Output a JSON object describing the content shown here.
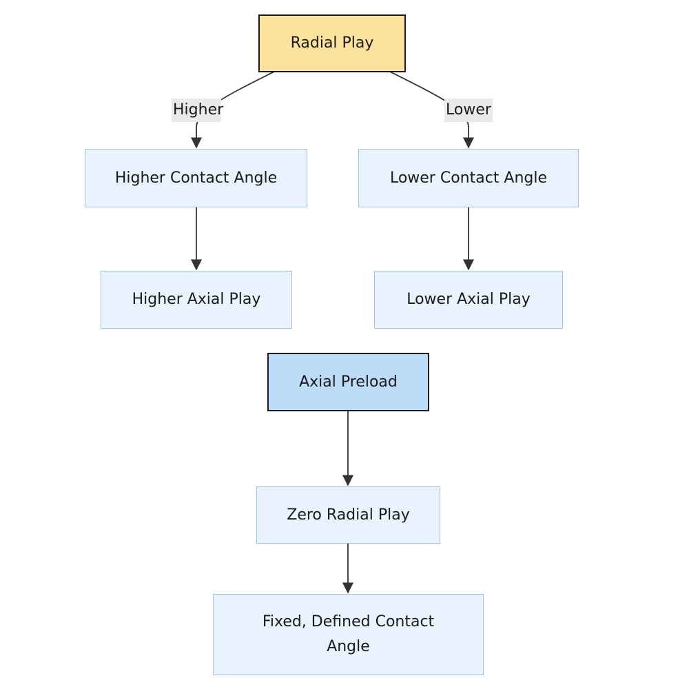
{
  "diagram": {
    "nodes": {
      "radial_play": "Radial Play",
      "higher_contact_angle": "Higher Contact Angle",
      "lower_contact_angle": "Lower Contact Angle",
      "higher_axial_play": "Higher Axial Play",
      "lower_axial_play": "Lower Axial Play",
      "axial_preload": "Axial Preload",
      "zero_radial_play": "Zero Radial Play",
      "fixed_contact_angle": "Fixed, Defined Contact Angle"
    },
    "edge_labels": {
      "higher": "Higher",
      "lower": "Lower"
    },
    "edges": [
      {
        "from": "radial_play",
        "to": "higher_contact_angle",
        "label": "Higher"
      },
      {
        "from": "radial_play",
        "to": "lower_contact_angle",
        "label": "Lower"
      },
      {
        "from": "higher_contact_angle",
        "to": "higher_axial_play"
      },
      {
        "from": "lower_contact_angle",
        "to": "lower_axial_play"
      },
      {
        "from": "axial_preload",
        "to": "zero_radial_play"
      },
      {
        "from": "zero_radial_play",
        "to": "fixed_contact_angle"
      }
    ],
    "colors": {
      "root_radial_fill": "#fbe39b",
      "root_preload_fill": "#bcdcf8",
      "node_fill": "#e8f3fd",
      "node_border": "#9ec3e6",
      "edge": "#333333",
      "edge_label_bg": "#e8eaec"
    }
  }
}
